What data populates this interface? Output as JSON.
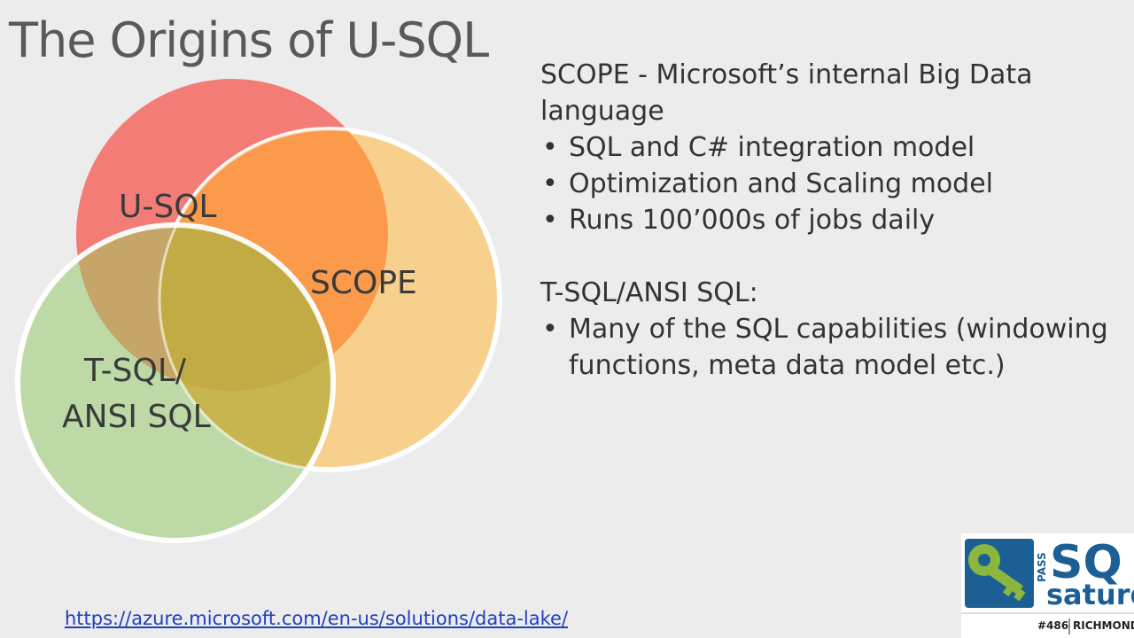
{
  "title": "The Origins of U-SQL",
  "venn": {
    "labels": {
      "usql": "U-SQL",
      "scope": "SCOPE",
      "tsql_line1": "T-SQL/",
      "tsql_line2": "ANSI SQL"
    },
    "colors": {
      "usql": "#f4726b",
      "scope": "#f9c77a",
      "tsql": "#a8d08a",
      "overlap_usql_scope": "#fb9a4a",
      "overlap_center": "#c8b24a"
    }
  },
  "content": {
    "scope_heading_line1": "SCOPE - Microsoft’s internal Big Data",
    "scope_heading_line2": "language",
    "scope_bullets": [
      "SQL and C# integration model",
      "Optimization and Scaling model",
      "Runs 100’000s of jobs daily"
    ],
    "tsql_heading": "T-SQL/ANSI SQL:",
    "tsql_bullets_line1": "Many of the SQL capabilities (windowing",
    "tsql_bullets_line2": "functions, meta data model etc.)",
    "bullet_char": "•"
  },
  "link": {
    "text": "https://azure.microsoft.com/en-us/solutions/data-lake/"
  },
  "logo": {
    "sq": "SQ",
    "saturday": "saturd",
    "pass": "PASS",
    "footer_number": "#486",
    "footer_city": "RICHMOND",
    "colors": {
      "key": "#8bb63f",
      "box": "#1b5f94"
    }
  }
}
